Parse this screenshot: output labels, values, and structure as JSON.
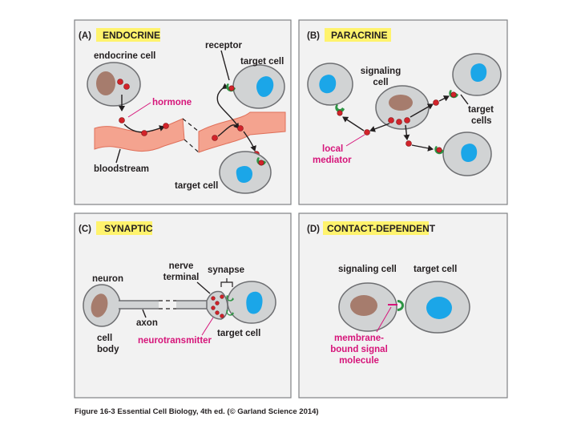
{
  "colors": {
    "title_highlight": "#fff36d",
    "magenta_label": "#d6157a",
    "cell_fill": "#d1d3d4",
    "nucleus_brown": "#a67c6d",
    "nucleus_blue": "#1ba6e8",
    "signal_dot": "#d2232a",
    "receptor_green": "#2e9444",
    "bloodstream": "#f4a38f"
  },
  "panels": {
    "endocrine": {
      "letter": "(A)",
      "title": "ENDOCRINE",
      "labels": {
        "endocrine_cell": "endocrine cell",
        "receptor": "receptor",
        "target_cell_top": "target cell",
        "hormone": "hormone",
        "bloodstream": "bloodstream",
        "target_cell_bottom": "target cell"
      }
    },
    "paracrine": {
      "letter": "(B)",
      "title": "PARACRINE",
      "labels": {
        "signaling_line1": "signaling",
        "signaling_line2": "cell",
        "target_line1": "target",
        "target_line2": "cells",
        "local_line1": "local",
        "local_line2": "mediator"
      }
    },
    "synaptic": {
      "letter": "(C)",
      "title": "SYNAPTIC",
      "labels": {
        "nerve_line1": "nerve",
        "nerve_line2": "terminal",
        "synapse": "synapse",
        "neuron": "neuron",
        "axon": "axon",
        "cell_body_line1": "cell",
        "cell_body_line2": "body",
        "target_cell": "target cell",
        "neurotransmitter": "neurotransmitter"
      }
    },
    "contact": {
      "letter": "(D)",
      "title": "CONTACT-DEPENDENT",
      "labels": {
        "signaling_cell": "signaling cell",
        "target_cell": "target cell",
        "membrane_line1": "membrane-",
        "membrane_line2": "bound signal",
        "membrane_line3": "molecule"
      }
    }
  },
  "caption": "Figure 16-3  Essential Cell Biology, 4th ed. (© Garland Science 2014)"
}
